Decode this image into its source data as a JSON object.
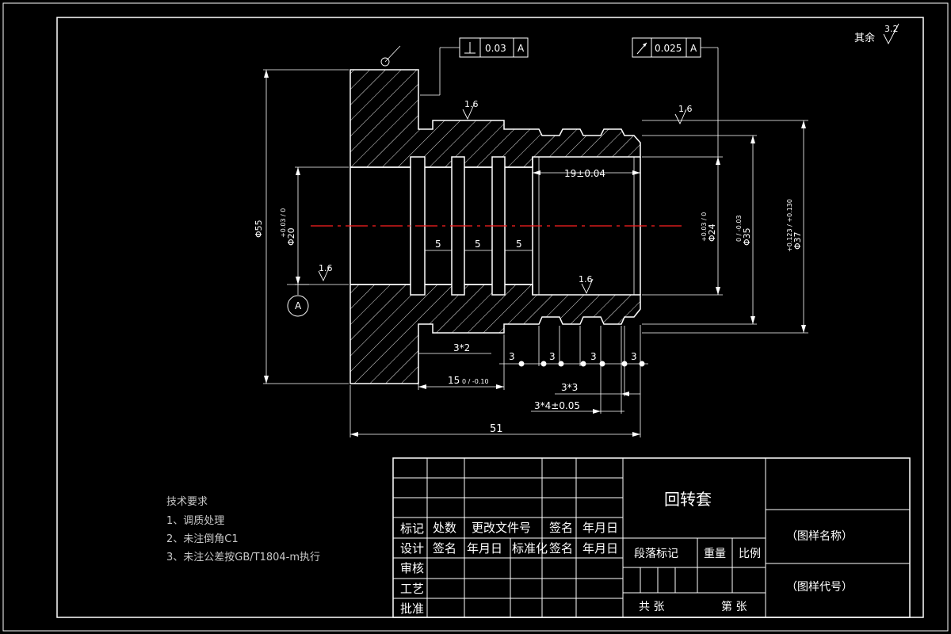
{
  "drawing": {
    "part_title": "回转套",
    "roughness_note": "其余",
    "roughness_default": "3.2",
    "roughness_local": "1.6",
    "datum_label": "A",
    "tolerance_frames": [
      {
        "symbol": "perpendicularity",
        "value": "0.03",
        "datum": "A"
      },
      {
        "symbol": "circular-runout",
        "value": "0.025",
        "datum": "A"
      }
    ],
    "dimensions": {
      "dia_outer_flange": "Φ55",
      "dia_bore_left": "Φ20",
      "dia_bore_left_tol": "+0.03 / 0",
      "dia_bore_right": "Φ24",
      "dia_bore_right_tol": "+0.03 / 0",
      "dia_groove_bottom": "Φ35",
      "dia_groove_bottom_tol": "0 / -0.03",
      "dia_outer": "Φ37",
      "dia_outer_tol": "+0.123 / +0.130",
      "bore_length": "19±0.04",
      "groove_pitch_1": "5",
      "groove_pitch_2": "5",
      "groove_pitch_3": "5",
      "undercut": "3*2",
      "step_length": "15",
      "step_length_tol": "0 / -0.10",
      "ext_groove_width": "3",
      "ext_grooves": "3*3",
      "ext_groove_positions": "3*4±0.05",
      "total_length": "51"
    }
  },
  "tech_requirements": {
    "title": "技术要求",
    "items": [
      "1、调质处理",
      "2、未注倒角C1",
      "3、未注公差按GB/T1804-m执行"
    ]
  },
  "title_block": {
    "headers_row1": [
      "标记",
      "处数",
      "更改文件号",
      "签名",
      "年月日"
    ],
    "headers_row2": [
      "设计",
      "签名",
      "年月日",
      "标准化",
      "签名",
      "年月日"
    ],
    "row_audit": "审核",
    "row_process": "工艺",
    "row_approve": "批准",
    "stage_mark": "段落标记",
    "weight": "重量",
    "scale": "比例",
    "total_sheets": "共  张",
    "sheet_no": "第  张",
    "drawing_name": "（图样名称）",
    "drawing_code": "（图样代号）"
  },
  "colors": {
    "background": "#000000",
    "line": "#ffffff",
    "centerline": "#ff2020"
  }
}
